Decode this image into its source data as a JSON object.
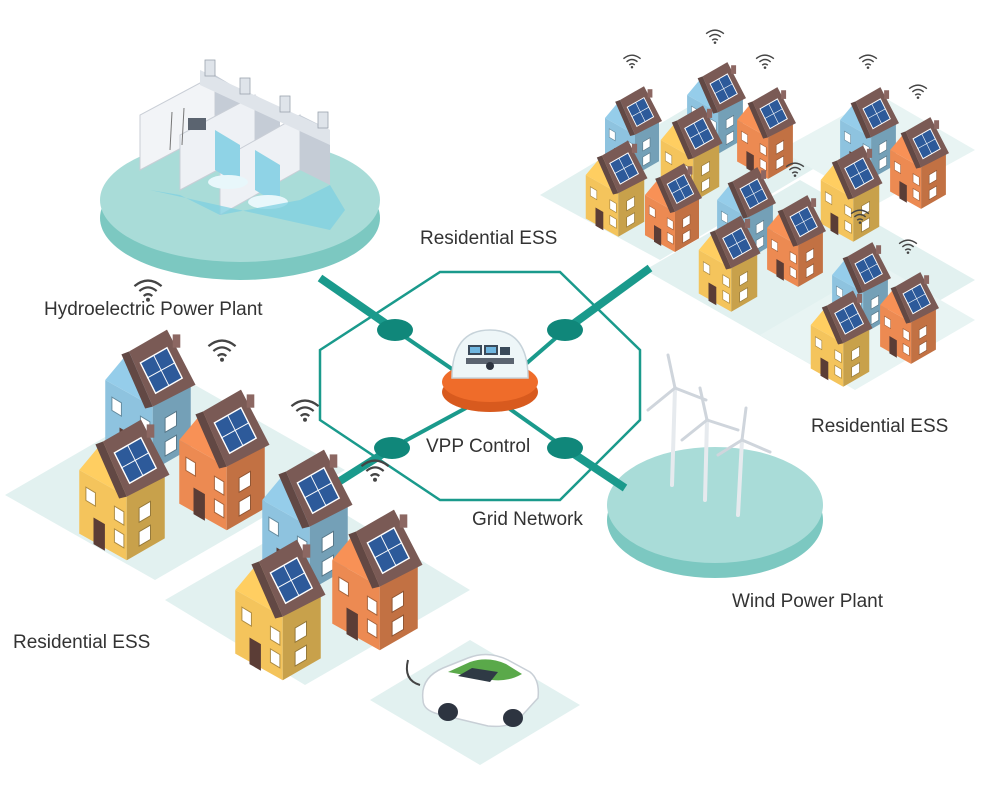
{
  "labels": {
    "hydro": "Hydroelectric Power Plant",
    "res_top": "Residential ESS",
    "res_right": "Residential ESS",
    "res_left": "Residential ESS",
    "vpp": "VPP Control",
    "grid": "Grid Network",
    "wind": "Wind Power Plant"
  },
  "colors": {
    "network": "#1a9a8c",
    "node": "#10877a",
    "ground": "#dff0ef",
    "platform": "#a9dcd8",
    "platform_side": "#7cc8c1",
    "hub_ring": "#ef6c2a",
    "house_blue": "#8ec3df",
    "house_yellow": "#f4c45c",
    "house_orange": "#ec8a52",
    "roof": "#7a5a55",
    "solar": "#2d5a9a",
    "car_body": "#ffffff",
    "car_accent": "#5aa94a"
  },
  "icons": {
    "wifi": "wifi-icon",
    "solar": "solar-panel-icon",
    "turbine": "wind-turbine-icon",
    "dam": "dam-icon",
    "car": "electric-car-icon",
    "control": "control-room-icon"
  }
}
